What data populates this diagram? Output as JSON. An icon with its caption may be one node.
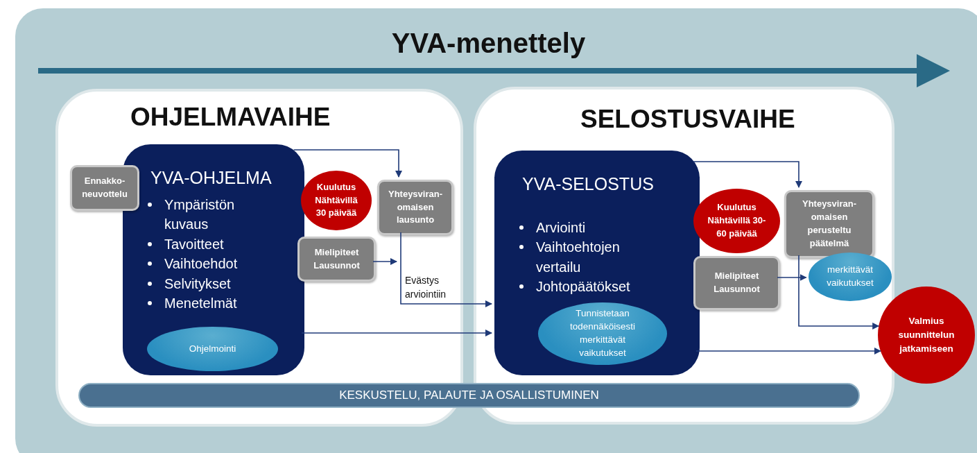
{
  "diagram": {
    "title": "YVA-menettely",
    "nodes": [
      {
        "text": [
          "OHJELMAVAIHE"
        ]
      },
      {
        "text": [
          "Ennakko-neuvottelu"
        ],
        "in": 0
      },
      {
        "text": [
          "YVA-OHJELMA",
          "Ympäristön kuvaus",
          "Tavoitteet",
          "Vaihtoehdot",
          "Selvitykset",
          "Menetelmät"
        ],
        "in": 0
      },
      {
        "text": [
          "Ohjelmointi"
        ],
        "in": 2
      },
      {
        "text": [
          "Kuulutus Nähtävillä 30 päivää"
        ],
        "in": 0
      },
      {
        "text": [
          "Yhteysviran-omaisen lausunto"
        ],
        "in": 0
      },
      {
        "text": [
          "Mielipiteet Lausunnot"
        ],
        "in": 0
      },
      {
        "text": [
          "SELOSTUSVAIHE"
        ]
      },
      {
        "text": [
          "YVA-SELOSTUS",
          "Arviointi",
          "Vaihtoehtojen vertailu",
          "Johtopäätökset"
        ],
        "in": 7
      },
      {
        "text": [
          "Tunnistetaan todennäköisesti merkittävät vaikutukset"
        ],
        "in": 8
      },
      {
        "text": [
          "Kuulutus Nähtävillä 30-60 päivää"
        ],
        "in": 7
      },
      {
        "text": [
          "Yhteysviran-omaisen perusteltu päätelmä"
        ],
        "in": 7
      },
      {
        "text": [
          "Mielipiteet Lausunnot"
        ],
        "in": 7
      },
      {
        "text": [
          "merkittävät vaikutukset"
        ],
        "in": 7
      },
      {
        "text": [
          "Valmius suunnittelun jatkamiseen"
        ]
      },
      {
        "text": [
          "KESKUSTELU, PALAUTE JA OSALLISTUMINEN"
        ]
      }
    ],
    "edges": [
      {
        "from": 2,
        "to": 5,
        "arrow": "to"
      },
      {
        "from": 6,
        "to": null,
        "arrow": "to"
      },
      {
        "from": 5,
        "to": 8,
        "arrow": "to",
        "label": "Evästys arviointiin"
      },
      {
        "from": 2,
        "to": 8,
        "arrow": "to"
      },
      {
        "from": 8,
        "to": 11,
        "arrow": "to"
      },
      {
        "from": 12,
        "to": 13,
        "arrow": "to"
      },
      {
        "from": 11,
        "to": 14,
        "arrow": "to"
      },
      {
        "from": 8,
        "to": 14,
        "arrow": "to"
      }
    ]
  }
}
